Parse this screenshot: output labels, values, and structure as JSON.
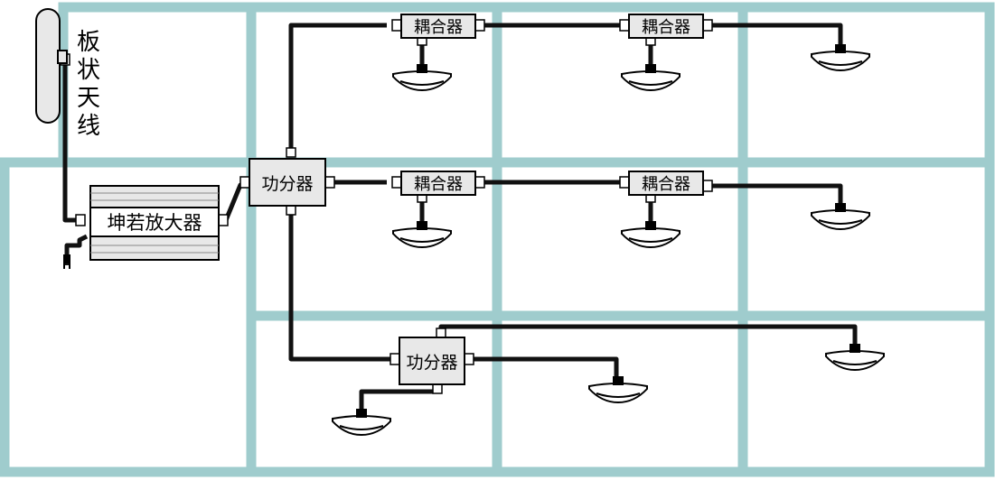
{
  "colors": {
    "wall": "#9fcccd",
    "cable": "#111111",
    "device_fill": "#e8e8e8",
    "outline": "#000000"
  },
  "antenna": {
    "label_chars": [
      "板",
      "状",
      "天",
      "线"
    ],
    "icon": "panel-antenna-icon"
  },
  "amplifier": {
    "label": "坤若放大器"
  },
  "splitters": [
    {
      "id": "main",
      "label": "功分器"
    },
    {
      "id": "lower",
      "label": "功分器"
    }
  ],
  "couplers": [
    {
      "id": "top-1",
      "label": "耦合器"
    },
    {
      "id": "top-2",
      "label": "耦合器"
    },
    {
      "id": "mid-1",
      "label": "耦合器"
    },
    {
      "id": "mid-2",
      "label": "耦合器"
    }
  ],
  "ceiling_antennas_icon": "ceiling-antenna-icon",
  "power_plug_icon": "power-plug-icon"
}
